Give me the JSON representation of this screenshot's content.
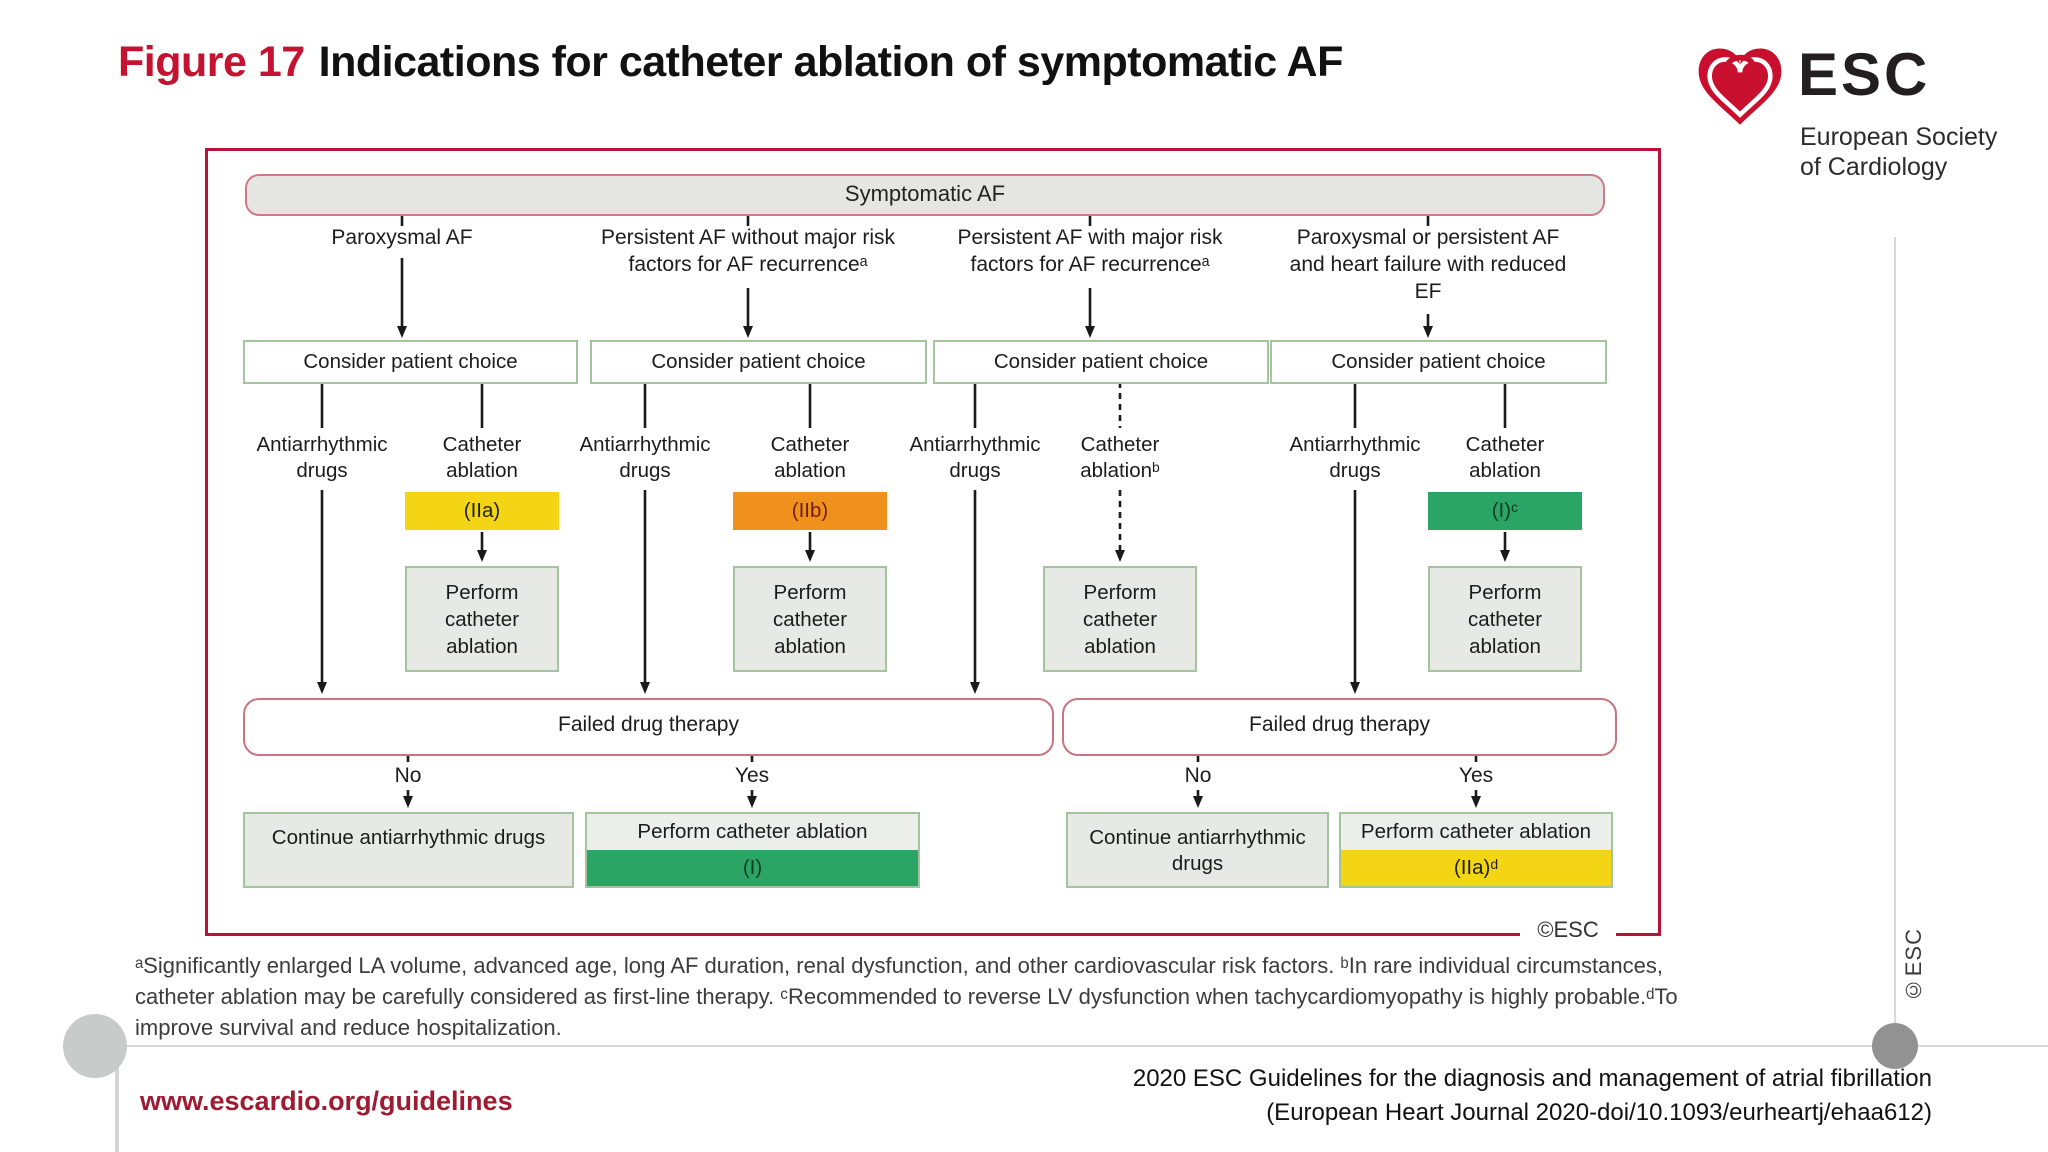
{
  "title": {
    "figure_label": "Figure 17",
    "text": "Indications for catheter ablation of symptomatic AF"
  },
  "logo": {
    "acronym": "ESC",
    "subtitle": "European Society\nof Cardiology",
    "heart_icon": "esc-heart-icon"
  },
  "flowchart": {
    "root": "Symptomatic AF",
    "copyright": "©ESC",
    "columns": [
      {
        "branch": "Paroxysmal AF",
        "consider": "Consider patient choice",
        "drugs": "Antiarrhythmic drugs",
        "ablation": "Catheter ablation",
        "class_label": "(IIa)",
        "class_color": "#F4D516",
        "perform": "Perform catheter ablation"
      },
      {
        "branch": "Persistent AF without major risk factors for AF recurrenceᵃ",
        "consider": "Consider patient choice",
        "drugs": "Antiarrhythmic drugs",
        "ablation": "Catheter ablation",
        "class_label": "(IIb)",
        "class_color": "#F0911E",
        "perform": "Perform catheter ablation"
      },
      {
        "branch": "Persistent AF with major risk factors for AF recurrenceᵃ",
        "consider": "Consider patient choice",
        "drugs": "Antiarrhythmic drugs",
        "ablation": "Catheter ablationᵇ",
        "class_label": "",
        "class_color": "",
        "perform": "Perform catheter ablation"
      },
      {
        "branch": "Paroxysmal or persistent AF and heart failure with reduced EF",
        "consider": "Consider patient choice",
        "drugs": "Antiarrhythmic drugs",
        "ablation": "Catheter ablation",
        "class_label": "(I)ᶜ",
        "class_color": "#2BA566",
        "perform": "Perform catheter ablation"
      }
    ],
    "failed_left": "Failed drug therapy",
    "failed_right": "Failed drug therapy",
    "no_label": "No",
    "yes_label": "Yes",
    "continue_drugs": "Continue antiarrhythmic drugs",
    "perform_ablation": "Perform catheter ablation",
    "class_left": "(I)",
    "class_right": "(IIa)ᵈ"
  },
  "footnotes": [
    "ᵃSignificantly enlarged LA volume, advanced age, long AF duration, renal dysfunction, and other cardiovascular risk factors. ᵇIn rare individual circumstances,",
    "catheter ablation may be carefully considered as first-line therapy. ᶜRecommended to reverse LV dysfunction when tachycardiomyopathy is highly probable.ᵈTo",
    "improve survival and reduce hospitalization."
  ],
  "footer": {
    "url": "www.escardio.org/guidelines",
    "citation_line1": "2020 ESC Guidelines for the diagnosis and management of atrial fibrillation",
    "citation_line2": "(European Heart Journal 2020-doi/10.1093/eurheartj/ehaa612)",
    "side_copyright": "©ESC"
  },
  "colors": {
    "frame_red": "#B91238",
    "title_red": "#C41230",
    "rose_border": "#C9747F",
    "green_border": "#A3C49C",
    "grey_fill": "#E7E9E4",
    "class_iia_yellow": "#F4D516",
    "class_iib_orange": "#F0911E",
    "class_i_green": "#2BA566",
    "url_red": "#9E1B32",
    "logo_red": "#C8102E"
  }
}
